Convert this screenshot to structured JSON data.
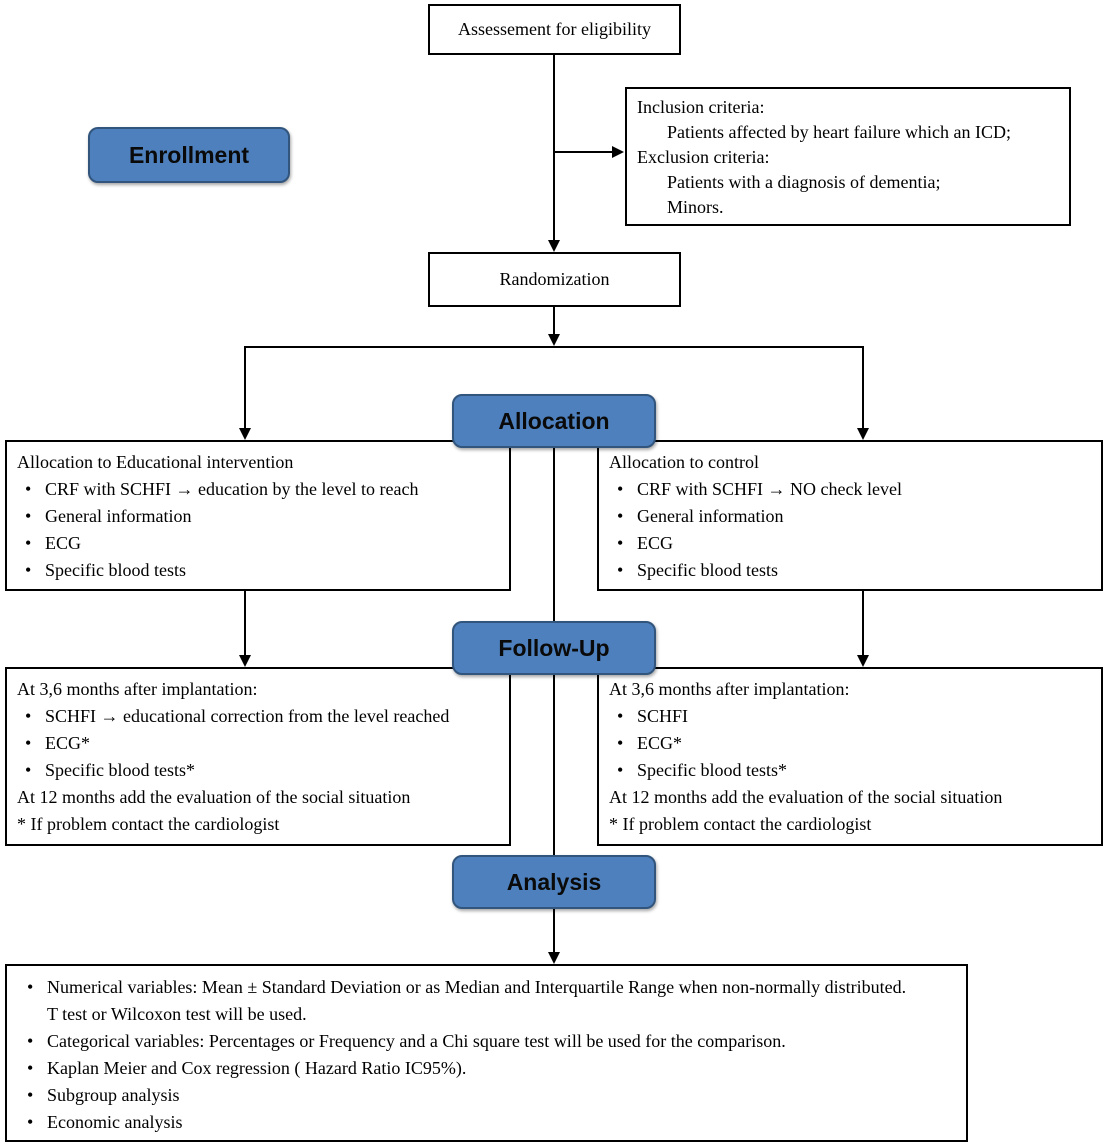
{
  "bullet_glyph": "•",
  "colors": {
    "badge_fill": "#4e80bd",
    "badge_border": "#31557d",
    "line_color": "#000000"
  },
  "eligibility": {
    "label": "Assessement for eligibility"
  },
  "enrollment": {
    "label": "Enrollment"
  },
  "criteria": {
    "lines": [
      "Inclusion criteria:",
      "Patients affected by heart failure which an ICD;",
      "Exclusion criteria:",
      "Patients with a diagnosis of dementia;",
      "Minors."
    ]
  },
  "randomization": {
    "label": "Randomization"
  },
  "allocation": {
    "badge": "Allocation",
    "left": {
      "title": "Allocation to Educational intervention",
      "bullets": [
        "CRF with SCHFI → education by the level to reach",
        "General information",
        "ECG",
        "Specific blood tests"
      ]
    },
    "right": {
      "title": "Allocation to control",
      "bullets": [
        "CRF with SCHFI → NO check level",
        "General information",
        "ECG",
        "Specific blood tests"
      ]
    }
  },
  "followup": {
    "badge": "Follow-Up",
    "left": {
      "title": "At 3,6 months after implantation:",
      "bullets": [
        "SCHFI → educational correction from the level reached",
        "ECG*",
        "Specific blood tests*"
      ],
      "notes": [
        "At 12 months add the evaluation of the social situation",
        "* If problem contact the cardiologist"
      ]
    },
    "right": {
      "title": "At 3,6 months after implantation:",
      "bullets": [
        "SCHFI",
        "ECG*",
        "Specific blood tests*"
      ],
      "notes": [
        "At 12 months add the evaluation of the social situation",
        "* If problem contact the cardiologist"
      ]
    }
  },
  "analysis": {
    "badge": "Analysis",
    "lines": [
      "Numerical variables: Mean ± Standard Deviation or as Median and Interquartile Range when non-normally distributed.",
      "T test or Wilcoxon test will be used.",
      "Categorical variables: Percentages or Frequency and a Chi square test will be used for the comparison.",
      "Kaplan Meier and Cox regression ( Hazard Ratio IC95%).",
      "Subgroup analysis",
      "Economic analysis"
    ]
  }
}
